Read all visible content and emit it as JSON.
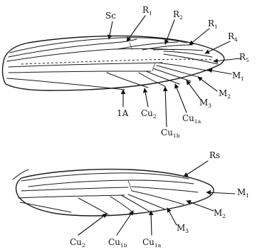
{
  "forewing": {
    "labels": {
      "sc": {
        "main": "Sc",
        "sub": ""
      },
      "r1a": {
        "main": "R",
        "sub": "1"
      },
      "r2": {
        "main": "R",
        "sub": "2"
      },
      "r1b": {
        "main": "R",
        "sub": "1"
      },
      "r4": {
        "main": "R",
        "sub": "4"
      },
      "r5": {
        "main": "R",
        "sub": "5"
      },
      "m1": {
        "main": "M",
        "sub": "1"
      },
      "m2": {
        "main": "M",
        "sub": "2"
      },
      "m3": {
        "main": "M",
        "sub": "3"
      },
      "cu1a": {
        "main": "Cu",
        "sub": "1a"
      },
      "cu1b": {
        "main": "Cu",
        "sub": "1b"
      },
      "cu2": {
        "main": "Cu",
        "sub": "2"
      },
      "a1": {
        "main": "1A",
        "sub": ""
      }
    }
  },
  "hindwing": {
    "labels": {
      "rs": {
        "main": "Rs",
        "sub": ""
      },
      "m1": {
        "main": "M",
        "sub": "1"
      },
      "m2": {
        "main": "M",
        "sub": "2"
      },
      "m3": {
        "main": "M",
        "sub": "3"
      },
      "cu2": {
        "main": "Cu",
        "sub": "2"
      },
      "cu1b": {
        "main": "Cu",
        "sub": "1b"
      },
      "cu1a": {
        "main": "Cu",
        "sub": "1a"
      }
    }
  }
}
